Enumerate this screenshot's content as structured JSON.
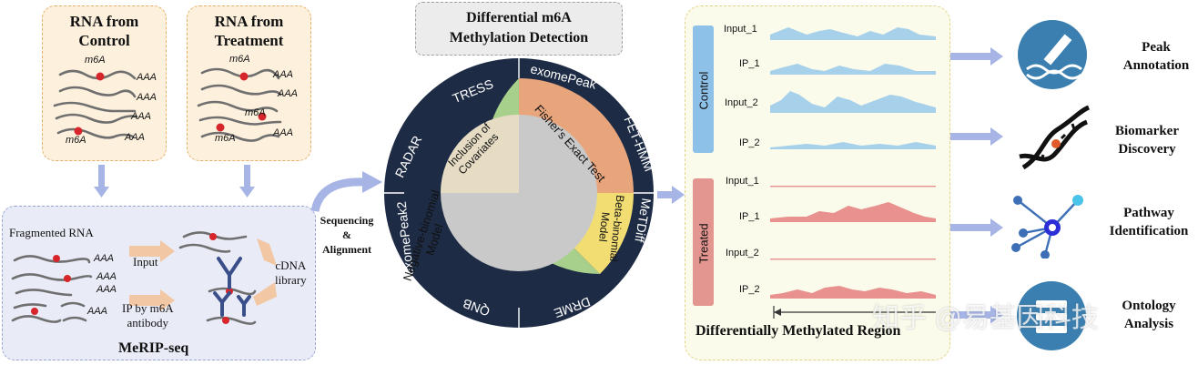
{
  "cards": {
    "control_title": [
      "RNA from",
      "Control"
    ],
    "treatment_title": [
      "RNA from",
      "Treatment"
    ]
  },
  "rna_labels": {
    "m6a": "m6A",
    "aaa": "AAA"
  },
  "merip": {
    "fragmented": "Fragmented RNA",
    "input": "Input",
    "ip": [
      "IP by m6A",
      "antibody"
    ],
    "cdna": [
      "cDNA",
      "library"
    ],
    "title": "MeRIP-seq"
  },
  "seq_align": [
    "Sequencing",
    "&",
    "Alignment"
  ],
  "detection_title": [
    "Differential m6A",
    "Methylation Detection"
  ],
  "wheel": {
    "outer": [
      "TRESS",
      "exomePeak",
      "FET-HMM",
      "MeTDiff",
      "DRME",
      "QNB",
      "exomePeak2",
      "RADAR"
    ],
    "inner": {
      "fisher": "Fisher's Exact Test",
      "beta": [
        "Beta-binomial",
        "Model"
      ],
      "negbin": [
        "Negative-binomial",
        "Model"
      ],
      "covariates": [
        "Inclusion of",
        "Covariates"
      ]
    }
  },
  "tracks": {
    "group_control": "Control",
    "group_treated": "Treated",
    "control_rows": [
      "Input_1",
      "IP_1",
      "Input_2",
      "IP_2"
    ],
    "treated_rows": [
      "Input_1",
      "IP_1",
      "Input_2",
      "IP_2"
    ],
    "footer": "Differentially Methylated Region"
  },
  "outputs": [
    [
      "Peak",
      "Annotation"
    ],
    [
      "Biomarker",
      "Discovery"
    ],
    [
      "Pathway",
      "Identification"
    ],
    [
      "Ontology",
      "Analysis"
    ]
  ],
  "watermark": "知乎 @易基因科技",
  "colors": {
    "card_fill": "#fdf1dd",
    "card_border": "#e3b06a",
    "merip_fill": "#e9ecf7",
    "arrow": "#a6b4e6",
    "ring": "#1d2b45",
    "orange": "#e8a57c",
    "yellow": "#f2dd73",
    "green": "#a8d08d",
    "beige": "#e5dcc3",
    "gray": "#c9c9c9",
    "control_track": "#8ec1e8",
    "treated_track": "#e39590",
    "control_bar": "#a7d1ea",
    "treated_bar": "#e8918e"
  }
}
